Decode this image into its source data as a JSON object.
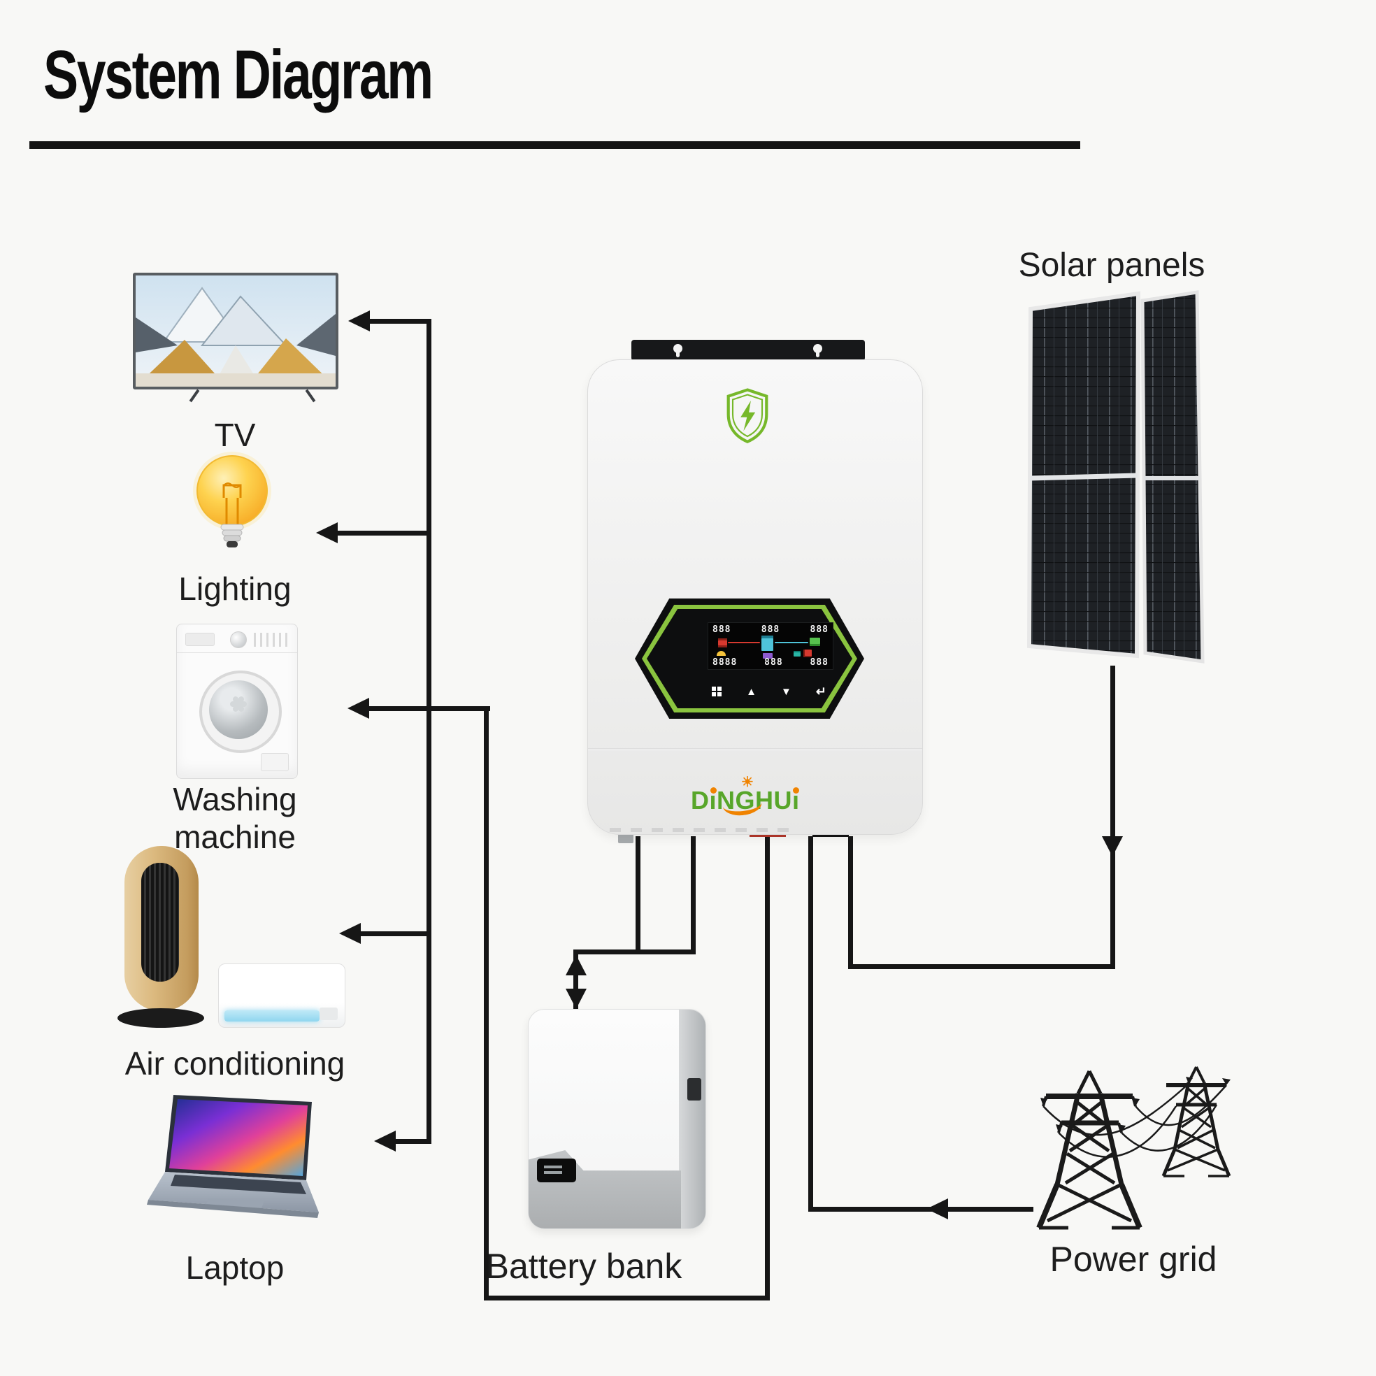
{
  "title": "System Diagram",
  "devices": {
    "tv": "TV",
    "lighting": "Lighting",
    "washing_machine": "Washing machine",
    "air_conditioning": "Air conditioning",
    "laptop": "Laptop",
    "solar_panels": "Solar panels",
    "battery_bank": "Battery bank",
    "power_grid": "Power grid"
  },
  "inverter": {
    "brand": {
      "part1": "D",
      "part2": "N",
      "part3": "G",
      "part4": "HU"
    },
    "display": {
      "r1": [
        "888",
        "888",
        "888"
      ],
      "r3": [
        "8888",
        "888",
        "888"
      ]
    },
    "buttons": {
      "up": "▲",
      "down": "▼",
      "enter": "↵"
    },
    "sunburst": "☀"
  },
  "colors": {
    "line_black": "#161616",
    "shield_green": "#76b82a",
    "hex_ring_green": "#8ac43f",
    "logo_green": "#58a62a",
    "logo_orange": "#f08300",
    "connector_red": "#b2372b",
    "connector_black": "#141414",
    "lcd_cyan": "#4fc3d9",
    "lcd_purple": "#8e5bd0",
    "lcd_green": "#57c24e",
    "lcd_red": "#d6392f",
    "lcd_yellow": "#f5c33b"
  }
}
